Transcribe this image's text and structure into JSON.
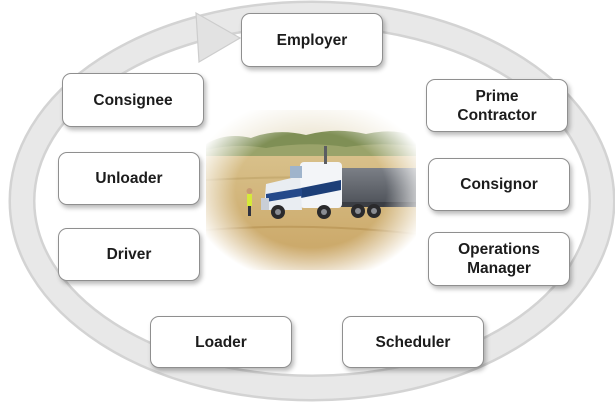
{
  "diagram": {
    "roles": {
      "employer": "Employer",
      "consignee": "Consignee",
      "prime_contractor": "Prime\nContractor",
      "unloader": "Unloader",
      "consignor": "Consignor",
      "driver": "Driver",
      "operations_manager": "Operations\nManager",
      "loader": "Loader",
      "scheduler": "Scheduler"
    },
    "colors": {
      "ring_fill": "#e6e6e6",
      "ring_edge": "#cfcfcf",
      "box_border": "#8f8f8f",
      "box_text": "#1c1c1c"
    },
    "center_image": "truck-in-wheat-field-photo"
  }
}
